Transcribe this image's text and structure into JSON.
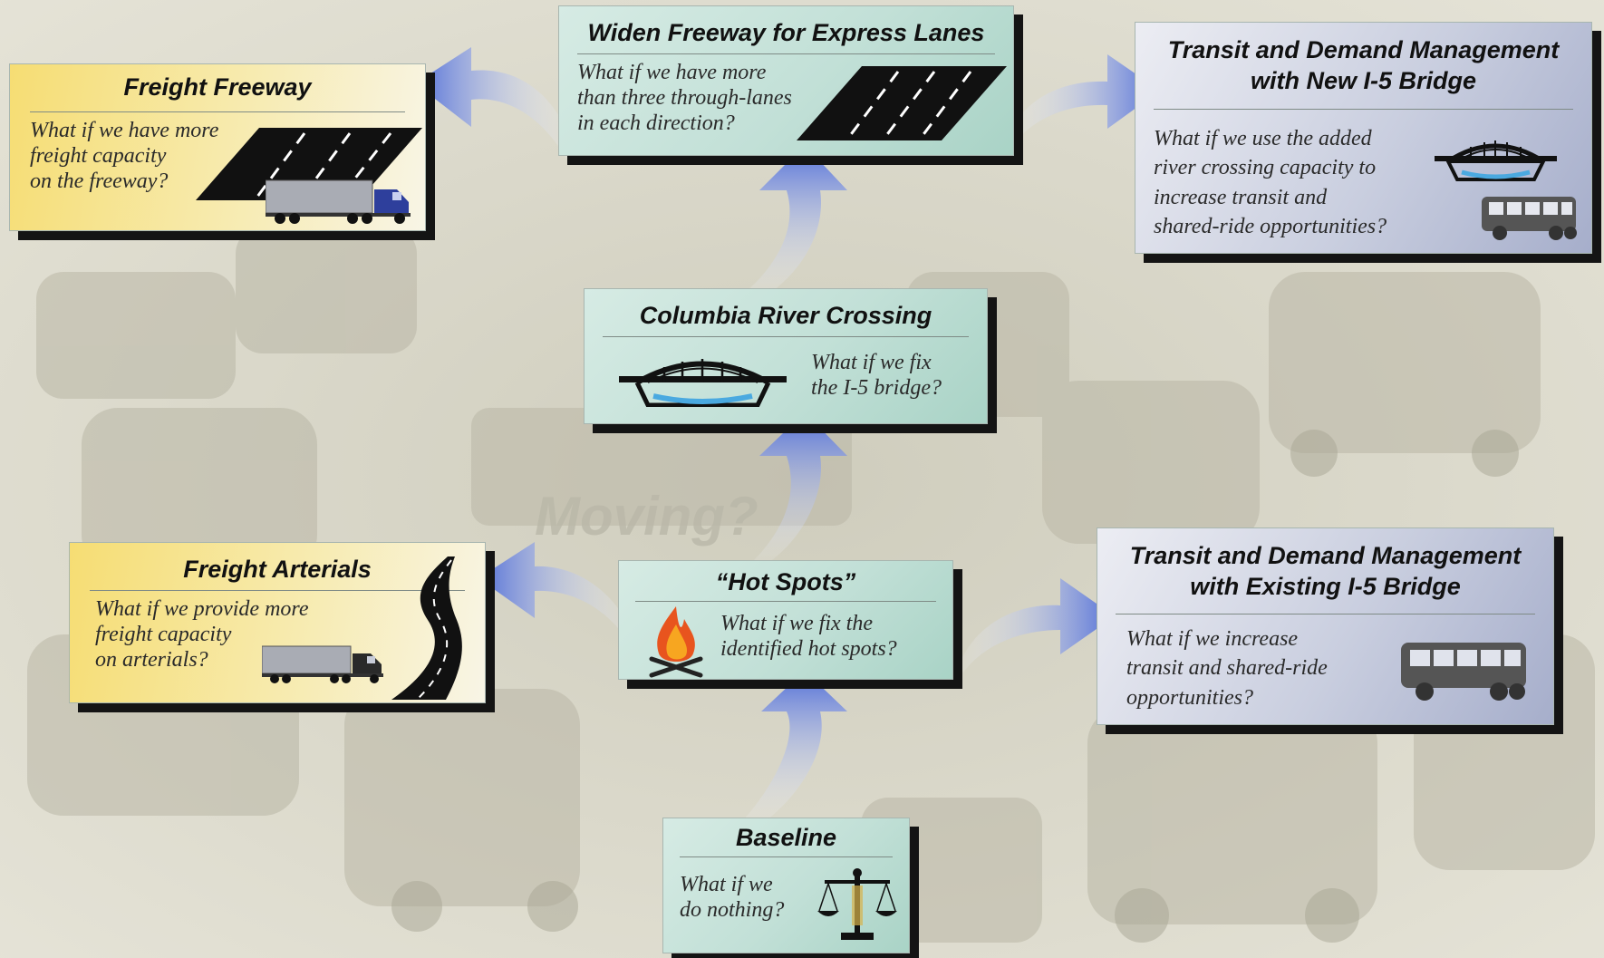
{
  "background": {
    "watermark_text": "Moving?",
    "colors": {
      "base": "#d9d7c8",
      "shadow": "#141414"
    }
  },
  "colors": {
    "teal_card": "#bfe0d6",
    "yellow_card": "#f6dd73",
    "blue_card": "#c3c9dc",
    "arrow": "#5a74d6"
  },
  "cards": {
    "freight_freeway": {
      "title": "Freight Freeway",
      "question": [
        "What if we have more",
        "freight capacity",
        "on the freeway?"
      ],
      "icons": [
        "freeway-lanes-icon",
        "truck-icon"
      ]
    },
    "widen_freeway": {
      "title": "Widen Freeway for Express Lanes",
      "question": [
        "What if we have more",
        "than three through-lanes",
        "in each direction?"
      ],
      "icons": [
        "freeway-lanes-icon"
      ]
    },
    "transit_new_bridge": {
      "title_lines": [
        "Transit and Demand Management",
        "with New I-5 Bridge"
      ],
      "question": [
        "What if we use the added",
        "river crossing capacity to",
        "increase transit and",
        "shared-ride opportunities?"
      ],
      "icons": [
        "bridge-icon",
        "bus-icon"
      ]
    },
    "columbia_river": {
      "title": "Columbia River Crossing",
      "question": [
        "What if we fix",
        "the I-5 bridge?"
      ],
      "icons": [
        "bridge-icon"
      ]
    },
    "freight_arterials": {
      "title": "Freight Arterials",
      "question": [
        "What if we provide more",
        "freight capacity",
        "on arterials?"
      ],
      "icons": [
        "truck-icon",
        "winding-road-icon"
      ]
    },
    "hot_spots": {
      "title": "“Hot Spots”",
      "question": [
        "What if we fix the",
        "identified hot spots?"
      ],
      "icons": [
        "campfire-icon"
      ]
    },
    "transit_existing_bridge": {
      "title_lines": [
        "Transit and Demand Management",
        "with Existing I-5 Bridge"
      ],
      "question": [
        "What if we increase",
        "transit and shared-ride",
        "opportunities?"
      ],
      "icons": [
        "bus-icon"
      ]
    },
    "baseline": {
      "title": "Baseline",
      "question": [
        "What if we",
        "do nothing?"
      ],
      "icons": [
        "balance-scale-icon"
      ]
    }
  }
}
